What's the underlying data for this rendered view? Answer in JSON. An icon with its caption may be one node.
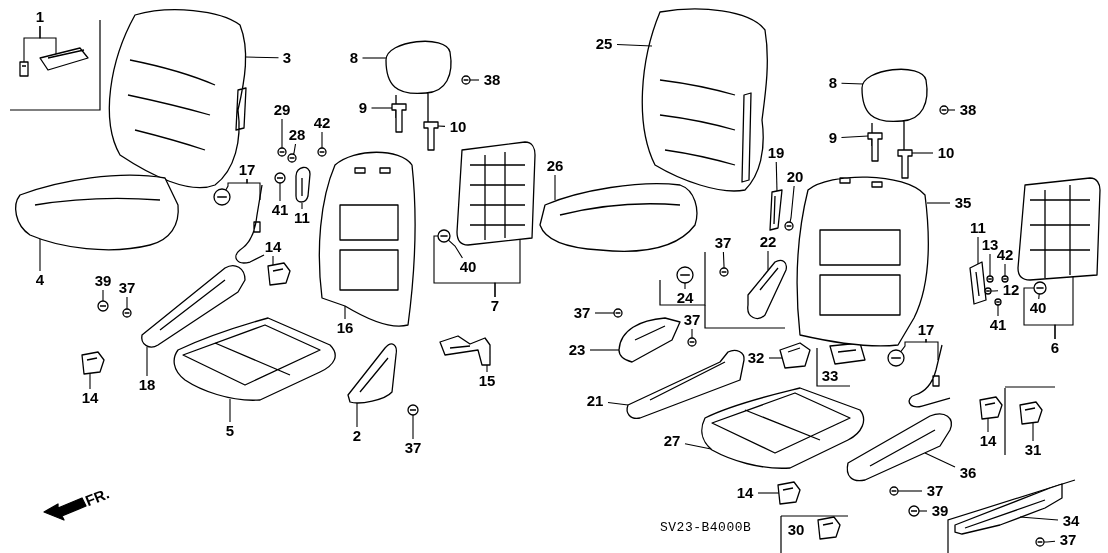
{
  "diagram": {
    "nodes": [
      {
        "text": [
          "1"
        ]
      },
      {
        "text": [
          "25"
        ]
      },
      {
        "text": [
          "3"
        ]
      },
      {
        "text": [
          "8"
        ]
      },
      {
        "text": [
          "38"
        ]
      },
      {
        "text": [
          "8"
        ]
      },
      {
        "text": [
          "9"
        ]
      },
      {
        "text": [
          "29"
        ]
      },
      {
        "text": [
          "10"
        ]
      },
      {
        "text": [
          "38"
        ]
      },
      {
        "text": [
          "42"
        ]
      },
      {
        "text": [
          "28"
        ]
      },
      {
        "text": [
          "9"
        ]
      },
      {
        "text": [
          "19"
        ]
      },
      {
        "text": [
          "10"
        ]
      },
      {
        "text": [
          "17"
        ]
      },
      {
        "text": [
          "26"
        ]
      },
      {
        "text": [
          "20"
        ]
      },
      {
        "text": [
          "41"
        ]
      },
      {
        "text": [
          "11"
        ]
      },
      {
        "text": [
          "35"
        ]
      },
      {
        "text": [
          "4"
        ]
      },
      {
        "text": [
          "14"
        ]
      },
      {
        "text": [
          "11"
        ]
      },
      {
        "text": [
          "22"
        ]
      },
      {
        "text": [
          "37"
        ]
      },
      {
        "text": [
          "13"
        ]
      },
      {
        "text": [
          "42"
        ]
      },
      {
        "text": [
          "39"
        ]
      },
      {
        "text": [
          "37"
        ]
      },
      {
        "text": [
          "12"
        ]
      },
      {
        "text": [
          "40"
        ]
      },
      {
        "text": [
          "7"
        ]
      },
      {
        "text": [
          "24"
        ]
      },
      {
        "text": [
          "37"
        ]
      },
      {
        "text": [
          "37"
        ]
      },
      {
        "text": [
          "6"
        ]
      },
      {
        "text": [
          "41"
        ]
      },
      {
        "text": [
          "40"
        ]
      },
      {
        "text": [
          "17"
        ]
      },
      {
        "text": [
          "16"
        ]
      },
      {
        "text": [
          "23"
        ]
      },
      {
        "text": [
          "32"
        ]
      },
      {
        "text": [
          "15"
        ]
      },
      {
        "text": [
          "33"
        ]
      },
      {
        "text": [
          "14"
        ]
      },
      {
        "text": [
          "18"
        ]
      },
      {
        "text": [
          "21"
        ]
      },
      {
        "text": [
          "5"
        ]
      },
      {
        "text": [
          "2"
        ]
      },
      {
        "text": [
          "14"
        ]
      },
      {
        "text": [
          "27"
        ]
      },
      {
        "text": [
          "31"
        ]
      },
      {
        "text": [
          "36"
        ]
      },
      {
        "text": [
          "14"
        ]
      },
      {
        "text": [
          "37"
        ]
      },
      {
        "text": [
          "37"
        ]
      },
      {
        "text": [
          "39"
        ]
      },
      {
        "text": [
          "30"
        ]
      },
      {
        "text": [
          "34"
        ]
      },
      {
        "text": [
          "37"
        ]
      },
      {
        "text": [],
        "shape": "picture"
      },
      {
        "text": [],
        "shape": "picture"
      },
      {
        "text": [],
        "shape": "picture"
      },
      {
        "text": [],
        "shape": "picture"
      },
      {
        "text": [],
        "shape": "picture"
      },
      {
        "text": [],
        "shape": "picture"
      },
      {
        "text": [],
        "shape": "picture"
      },
      {
        "text": [],
        "shape": "picture"
      },
      {
        "text": [],
        "shape": "picture"
      },
      {
        "text": [],
        "shape": "picture"
      },
      {
        "text": [],
        "shape": "picture"
      },
      {
        "text": [],
        "shape": "picture"
      },
      {
        "text": [],
        "shape": "picture"
      },
      {
        "text": [],
        "shape": "picture"
      },
      {
        "text": [],
        "shape": "picture"
      },
      {
        "text": [],
        "shape": "picture"
      },
      {
        "text": [],
        "shape": "picture"
      },
      {
        "text": [],
        "shape": "picture"
      },
      {
        "text": [],
        "shape": "picture"
      },
      {
        "text": [],
        "shape": "picture"
      },
      {
        "text": [],
        "shape": "picture"
      },
      {
        "text": [],
        "shape": "picture"
      },
      {
        "text": [],
        "shape": "picture"
      },
      {
        "text": [],
        "shape": "picture"
      },
      {
        "text": [],
        "shape": "picture"
      },
      {
        "text": [],
        "shape": "picture"
      },
      {
        "text": [],
        "shape": "picture"
      },
      {
        "text": [],
        "shape": "picture"
      },
      {
        "text": [],
        "shape": "picture"
      },
      {
        "text": [],
        "shape": "picture"
      },
      {
        "text": [],
        "shape": "picture"
      },
      {
        "text": [],
        "shape": "picture"
      },
      {
        "text": [],
        "shape": "picture"
      },
      {
        "text": [],
        "shape": "picture"
      },
      {
        "text": [],
        "shape": "picture"
      },
      {
        "text": [],
        "shape": "picture"
      },
      {
        "text": [],
        "shape": "picture"
      },
      {
        "text": [],
        "shape": "picture"
      },
      {
        "text": [],
        "shape": "picture"
      },
      {
        "text": [],
        "shape": "picture"
      },
      {
        "text": [],
        "shape": "picture"
      },
      {
        "text": [],
        "shape": "picture"
      },
      {
        "text": [],
        "shape": "picture"
      },
      {
        "text": [],
        "shape": "picture"
      },
      {
        "text": [],
        "shape": "picture"
      },
      {
        "text": [],
        "shape": "picture"
      },
      {
        "text": [],
        "shape": "picture"
      },
      {
        "text": [],
        "shape": "picture"
      },
      {
        "text": [],
        "shape": "picture"
      },
      {
        "text": [],
        "shape": "picture"
      },
      {
        "text": [],
        "shape": "picture"
      },
      {
        "text": [],
        "shape": "picture"
      },
      {
        "text": [],
        "shape": "picture"
      },
      {
        "text": [],
        "shape": "picture"
      },
      {
        "text": [],
        "shape": "picture"
      },
      {
        "text": [],
        "shape": "picture"
      },
      {
        "text": [],
        "shape": "picture"
      },
      {
        "text": [],
        "shape": "picture"
      },
      {
        "text": [],
        "shape": "picture"
      },
      {
        "text": [],
        "shape": "picture"
      },
      {
        "text": [],
        "shape": "picture"
      },
      {
        "text": [],
        "shape": "picture"
      }
    ],
    "edges": [
      {
        "from": 0,
        "to": 61,
        "arrow": "none"
      },
      {
        "from": 0,
        "to": 62,
        "arrow": "none"
      },
      {
        "from": 1,
        "to": 63,
        "arrow": "none"
      },
      {
        "from": 2,
        "to": 64,
        "arrow": "none"
      },
      {
        "from": 3,
        "to": 65,
        "arrow": "none"
      },
      {
        "from": 4,
        "to": 66,
        "arrow": "none"
      },
      {
        "from": 5,
        "to": 67,
        "arrow": "none"
      },
      {
        "from": 6,
        "to": 68,
        "arrow": "none"
      },
      {
        "from": 7,
        "to": 69,
        "arrow": "none"
      },
      {
        "from": 8,
        "to": 70,
        "arrow": "none"
      },
      {
        "from": 9,
        "to": 71,
        "arrow": "none"
      },
      {
        "from": 10,
        "to": 72,
        "arrow": "none"
      },
      {
        "from": 11,
        "to": 73,
        "arrow": "none"
      },
      {
        "from": 12,
        "to": 74,
        "arrow": "none"
      },
      {
        "from": 13,
        "to": 75,
        "arrow": "none"
      },
      {
        "from": 14,
        "to": 76,
        "arrow": "none"
      },
      {
        "from": 15,
        "to": 77,
        "arrow": "none"
      },
      {
        "from": 15,
        "to": 78,
        "arrow": "none"
      },
      {
        "from": 16,
        "to": 79,
        "arrow": "none"
      },
      {
        "from": 17,
        "to": 80,
        "arrow": "none"
      },
      {
        "from": 18,
        "to": 81,
        "arrow": "none"
      },
      {
        "from": 19,
        "to": 82,
        "arrow": "none"
      },
      {
        "from": 20,
        "to": 83,
        "arrow": "none"
      },
      {
        "from": 21,
        "to": 84,
        "arrow": "none"
      },
      {
        "from": 22,
        "to": 85,
        "arrow": "none"
      },
      {
        "from": 23,
        "to": 86,
        "arrow": "none"
      },
      {
        "from": 24,
        "to": 87,
        "arrow": "none"
      },
      {
        "from": 25,
        "to": 88,
        "arrow": "none"
      },
      {
        "from": 26,
        "to": 89,
        "arrow": "none"
      },
      {
        "from": 27,
        "to": 90,
        "arrow": "none"
      },
      {
        "from": 28,
        "to": 91,
        "arrow": "none"
      },
      {
        "from": 29,
        "to": 92,
        "arrow": "none"
      },
      {
        "from": 30,
        "to": 93,
        "arrow": "none"
      },
      {
        "from": 31,
        "to": 94,
        "arrow": "none"
      },
      {
        "from": 32,
        "to": 94,
        "arrow": "none"
      },
      {
        "from": 32,
        "to": 95,
        "arrow": "none"
      },
      {
        "from": 33,
        "to": 96,
        "arrow": "none"
      },
      {
        "from": 34,
        "to": 97,
        "arrow": "none"
      },
      {
        "from": 35,
        "to": 98,
        "arrow": "none"
      },
      {
        "from": 36,
        "to": 99,
        "arrow": "none"
      },
      {
        "from": 36,
        "to": 100,
        "arrow": "none"
      },
      {
        "from": 37,
        "to": 101,
        "arrow": "none"
      },
      {
        "from": 38,
        "to": 99,
        "arrow": "none"
      },
      {
        "from": 39,
        "to": 102,
        "arrow": "none"
      },
      {
        "from": 39,
        "to": 103,
        "arrow": "none"
      },
      {
        "from": 40,
        "to": 104,
        "arrow": "none"
      },
      {
        "from": 41,
        "to": 105,
        "arrow": "none"
      },
      {
        "from": 42,
        "to": 106,
        "arrow": "none"
      },
      {
        "from": 43,
        "to": 107,
        "arrow": "none"
      },
      {
        "from": 45,
        "to": 108,
        "arrow": "none"
      },
      {
        "from": 46,
        "to": 109,
        "arrow": "none"
      },
      {
        "from": 47,
        "to": 110,
        "arrow": "none"
      },
      {
        "from": 48,
        "to": 111,
        "arrow": "none"
      },
      {
        "from": 49,
        "to": 112,
        "arrow": "none"
      },
      {
        "from": 50,
        "to": 113,
        "arrow": "none"
      },
      {
        "from": 51,
        "to": 114,
        "arrow": "none"
      },
      {
        "from": 52,
        "to": 115,
        "arrow": "none"
      },
      {
        "from": 53,
        "to": 116,
        "arrow": "none"
      },
      {
        "from": 54,
        "to": 117,
        "arrow": "none"
      },
      {
        "from": 55,
        "to": 118,
        "arrow": "none"
      },
      {
        "from": 56,
        "to": 119,
        "arrow": "none"
      },
      {
        "from": 57,
        "to": 120,
        "arrow": "none"
      },
      {
        "from": 59,
        "to": 121,
        "arrow": "none"
      },
      {
        "from": 60,
        "to": 122,
        "arrow": "none"
      }
    ],
    "labels": [
      "FR.",
      "SV23-B4000B"
    ]
  }
}
